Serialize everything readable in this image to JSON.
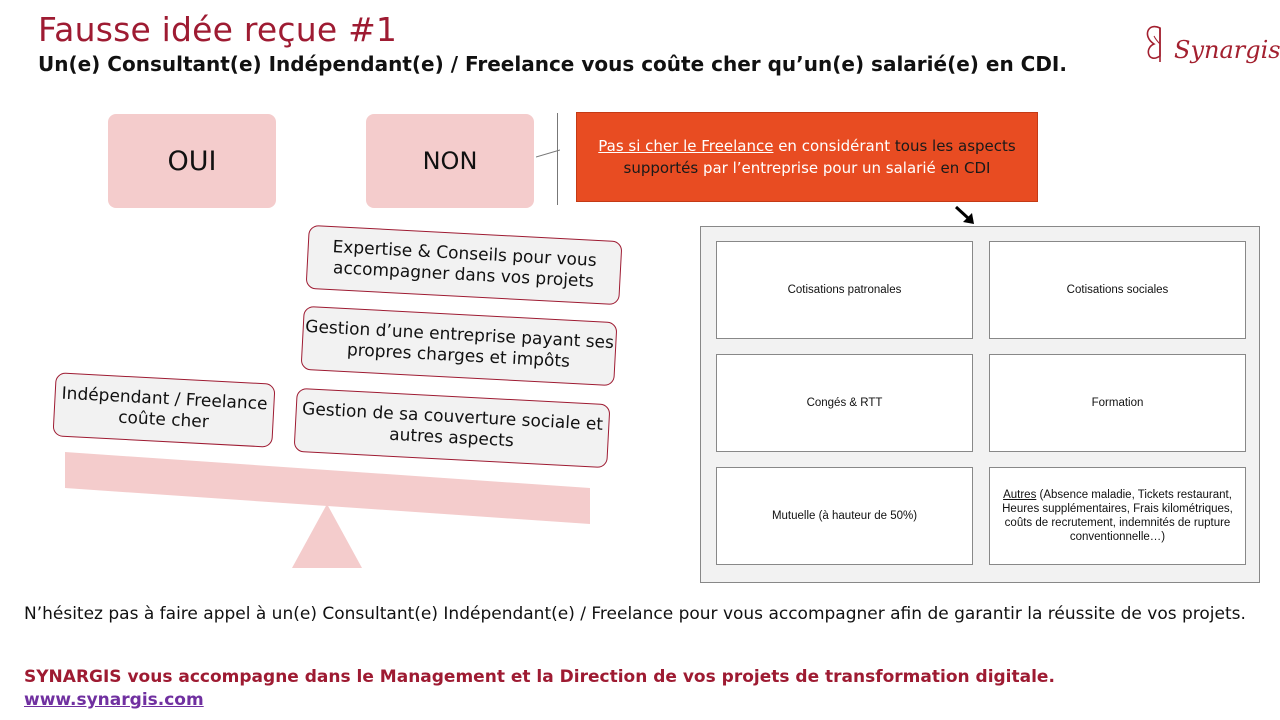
{
  "header": {
    "title": "Fausse idée reçue #1",
    "subtitle": "Un(e) Consultant(e) Indépendant(e) / Freelance vous coûte cher qu’un(e) salarié(e) en CDI.",
    "logo_text": "Synargis"
  },
  "choices": {
    "oui": "OUI",
    "non": "NON"
  },
  "explanation": {
    "p1": "Pas si cher le Freelance",
    "p2": " en considérant ",
    "p3": "tous les aspects supportés",
    "p4": " par l’entreprise pour un salarié ",
    "p5": "en CDI"
  },
  "costs": {
    "c1": "Cotisations patronales",
    "c2": "Cotisations sociales",
    "c3": "Congés & RTT",
    "c4": "Formation",
    "c5": "Mutuelle (à hauteur de 50%)",
    "c6_underlined": "Autres",
    "c6_rest": " (Absence maladie, Tickets restaurant, Heures supplémentaires, Frais kilométriques, coûts de recrutement, indemnités de rupture conventionnelle…)"
  },
  "balance": {
    "right1": "Expertise & Conseils pour vous accompagner dans vos projets",
    "right2": "Gestion d’une entreprise payant ses propres charges et impôts",
    "right3": "Gestion de sa couverture sociale et autres aspects",
    "left1": "Indépendant / Freelance coûte cher"
  },
  "footer": {
    "text": "N’hésitez pas à faire appel à un(e) Consultant(e) Indépendant(e)  / Freelance pour vous accompagner afin de garantir la réussite de vos projets.",
    "tagline": "SYNARGIS vous accompagne dans le Management et la Direction de vos projets de transformation digitale.",
    "link": "www.synargis.com"
  },
  "colors": {
    "title": "#9e1b32",
    "pink": "#f4cccc",
    "orange": "#e84c22",
    "link": "#7030a0"
  }
}
